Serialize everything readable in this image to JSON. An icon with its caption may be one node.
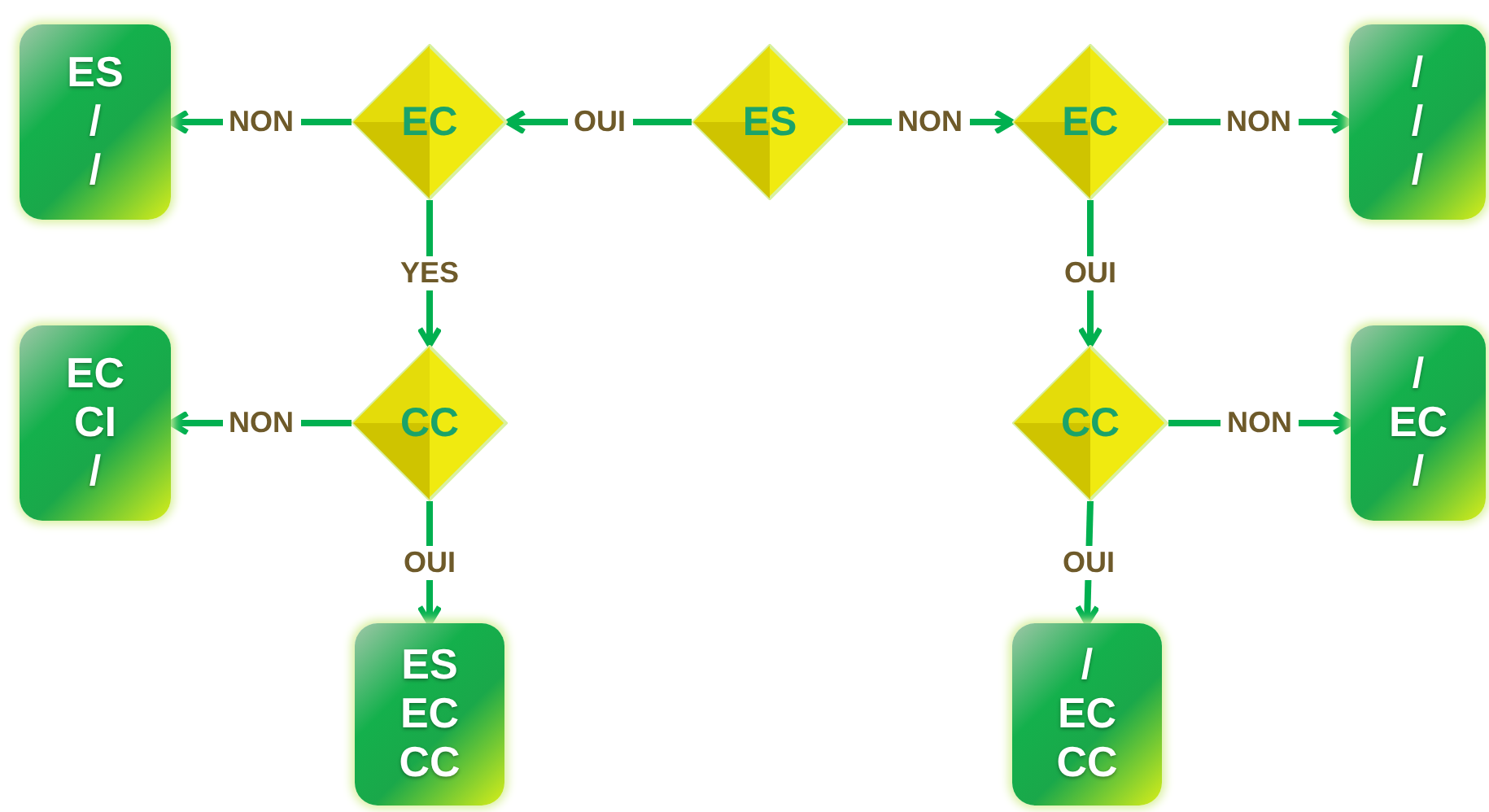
{
  "diagram": {
    "nodes": [
      {
        "text": [
          "ES",
          "/",
          "/"
        ]
      },
      {
        "text": [
          "EC"
        ]
      },
      {
        "text": [
          "ES"
        ]
      },
      {
        "text": [
          "EC"
        ]
      },
      {
        "text": [
          "/",
          "/",
          "/"
        ]
      },
      {
        "text": [
          "EC",
          "CI",
          "/"
        ]
      },
      {
        "text": [
          "CC"
        ]
      },
      {
        "text": [
          "CC"
        ]
      },
      {
        "text": [
          "/",
          "EC",
          "/"
        ]
      },
      {
        "text": [
          "ES",
          "EC",
          "CC"
        ]
      },
      {
        "text": [
          "/",
          "EC",
          "CC"
        ]
      }
    ],
    "edges": [
      {
        "from": 2,
        "to": 1,
        "arrow": "to",
        "label": "OUI"
      },
      {
        "from": 1,
        "to": 0,
        "arrow": "to",
        "label": "NON"
      },
      {
        "from": 2,
        "to": 3,
        "arrow": "to",
        "label": "NON"
      },
      {
        "from": 3,
        "to": 4,
        "arrow": "to",
        "label": "NON"
      },
      {
        "from": 1,
        "to": 6,
        "arrow": "to",
        "label": "YES"
      },
      {
        "from": 3,
        "to": 7,
        "arrow": "to",
        "label": "OUI"
      },
      {
        "from": 6,
        "to": 5,
        "arrow": "to",
        "label": "NON"
      },
      {
        "from": 7,
        "to": 8,
        "arrow": "to",
        "label": "NON"
      },
      {
        "from": 6,
        "to": 9,
        "arrow": "to",
        "label": "OUI"
      },
      {
        "from": 7,
        "to": 10,
        "arrow": "to",
        "label": "OUI"
      }
    ]
  }
}
